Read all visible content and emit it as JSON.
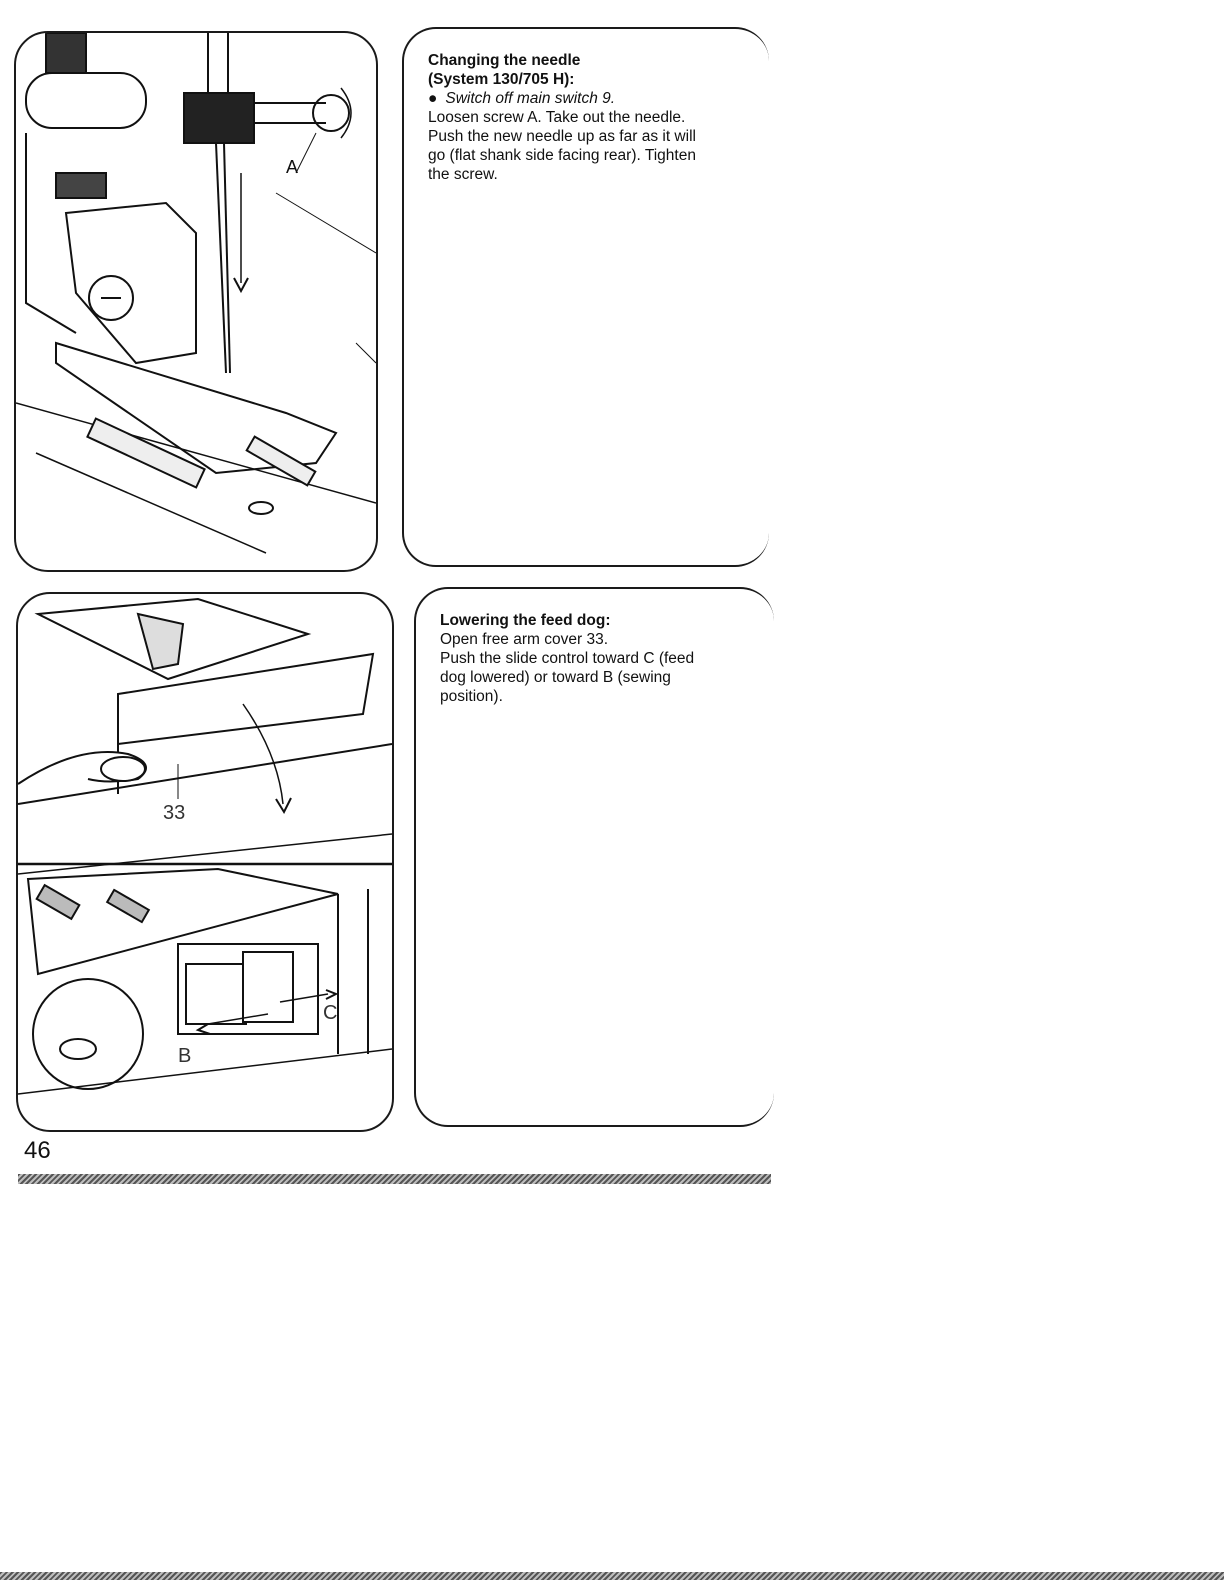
{
  "figure1": {
    "label_a": "A"
  },
  "section1": {
    "title_line1": "Changing the needle",
    "title_line2": "(System 130/705 H):",
    "bullet": "Switch off main switch 9.",
    "body_lines": [
      "Loosen screw A. Take out the needle.",
      "Push the new needle up as far as it will",
      "go (flat shank side facing rear). Tighten",
      "the screw."
    ]
  },
  "figure2": {
    "label_33": "33",
    "label_b": "B",
    "label_c": "C"
  },
  "section2": {
    "title": "Lowering the feed dog:",
    "body_lines": [
      "Open free arm cover 33.",
      "Push the slide control toward C (feed",
      "dog lowered) or toward B (sewing",
      "position)."
    ]
  },
  "page_number": "46"
}
